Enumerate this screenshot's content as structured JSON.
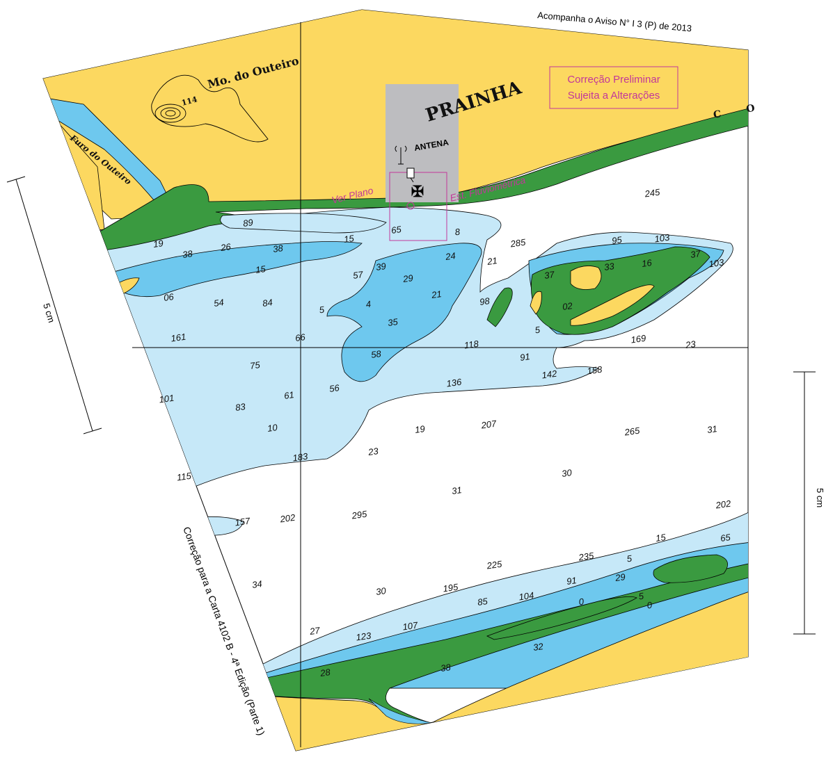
{
  "notice": "Acompanha o Aviso N° I 3 (P) de 2013",
  "correction_note": "Correção para a Carta 4102 B - 4ª Edição (Parte 1)",
  "scale_label_left": "5 cm",
  "scale_label_right": "5 cm",
  "preliminary_box": {
    "line1": "Correção Preliminar",
    "line2": "Sujeita a Alterações"
  },
  "place_names": {
    "hill": "Mo. do Outeiro",
    "hill_height": "114",
    "channel": "Furo do Outeiro",
    "town": "PRAINHA",
    "antenna": "ANTENA",
    "corner_letters": "C O"
  },
  "annotations": {
    "see_plan": "Ver Plano",
    "gauge_station": "Est. Fluviométrica"
  },
  "soundings": [
    "89",
    "19",
    "38",
    "26",
    "38",
    "15",
    "15",
    "65",
    "8",
    "21",
    "245",
    "285",
    "95",
    "103",
    "16",
    "37",
    "103",
    "57",
    "39",
    "29",
    "24",
    "37",
    "33",
    "06",
    "54",
    "84",
    "5",
    "4",
    "21",
    "98",
    "02",
    "35",
    "161",
    "66",
    "58",
    "118",
    "91",
    "5",
    "169",
    "23",
    "75",
    "142",
    "158",
    "101",
    "83",
    "61",
    "56",
    "136",
    "10",
    "19",
    "207",
    "265",
    "31",
    "23",
    "183",
    "115",
    "30",
    "31",
    "202",
    "157",
    "202",
    "295",
    "15",
    "65",
    "235",
    "5",
    "225",
    "29",
    "34",
    "30",
    "195",
    "91",
    "85",
    "104",
    "0",
    "5",
    "0",
    "107",
    "27",
    "123",
    "32",
    "28",
    "38"
  ],
  "colors": {
    "land": "#fcd860",
    "shallow_water": "#c6e8f8",
    "mid_water": "#6ec8ee",
    "drying": "#3a9a40",
    "built_up": "#bdbdc0",
    "accent_magenta": "#c2379a"
  }
}
